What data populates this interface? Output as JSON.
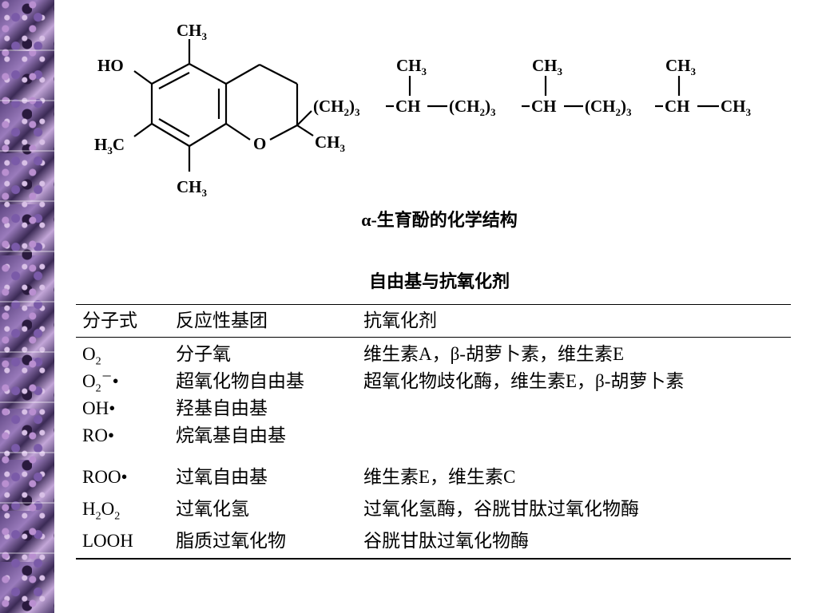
{
  "structure": {
    "labels": {
      "ho": "HO",
      "ch3_top": "CH",
      "h3c": "H",
      "ch3_bottom": "CH",
      "oxygen": "O",
      "ch3_c2": "CH",
      "chain_ch3_1": "CH",
      "chain_ch3_2": "CH",
      "chain_ch3_3": "CH",
      "ch2_group_1": "(CH",
      "ch2_group_2": "(CH",
      "ch2_group_3": "(CH",
      "ch": "CH",
      "ch3_end": "CH",
      "sub_2": "2",
      "sub_3": "3",
      "paren_close": ")",
      "h3c_c": "C"
    }
  },
  "captions": {
    "structure_caption": "α-生育酚的化学结构",
    "table_title": "自由基与抗氧化剂"
  },
  "table": {
    "headers": [
      "分子式",
      "反应性基团",
      "抗氧化剂"
    ],
    "rows": [
      {
        "formula_main": "O",
        "formula_sub": "2",
        "formula_sup": "",
        "formula_tail": "",
        "group": "分子氧",
        "antioxidant": "维生素A，β-胡萝卜素，维生素E"
      },
      {
        "formula_main": "O",
        "formula_sub": "2",
        "formula_sup": "－",
        "formula_tail": "•",
        "group": "超氧化物自由基",
        "antioxidant": "超氧化物歧化酶，维生素E，β-胡萝卜素"
      },
      {
        "formula_main": "OH•",
        "formula_sub": "",
        "formula_sup": "",
        "formula_tail": "",
        "group": "羟基自由基",
        "antioxidant": ""
      },
      {
        "formula_main": "RO•",
        "formula_sub": "",
        "formula_sup": "",
        "formula_tail": "",
        "group": "烷氧基自由基",
        "antioxidant": ""
      },
      {
        "formula_main": "ROO•",
        "formula_sub": "",
        "formula_sup": "",
        "formula_tail": "",
        "group": "过氧自由基",
        "antioxidant": "维生素E，维生素C"
      },
      {
        "formula_main": "H",
        "formula_sub": "2",
        "formula_mid": "O",
        "formula_sub2": "2",
        "group": "过氧化氢",
        "antioxidant": "过氧化氢酶，谷胱甘肽过氧化物酶"
      },
      {
        "formula_main": "LOOH",
        "formula_sub": "",
        "formula_sup": "",
        "formula_tail": "",
        "group": "脂质过氧化物",
        "antioxidant": "谷胱甘肽过氧化物酶"
      }
    ]
  }
}
